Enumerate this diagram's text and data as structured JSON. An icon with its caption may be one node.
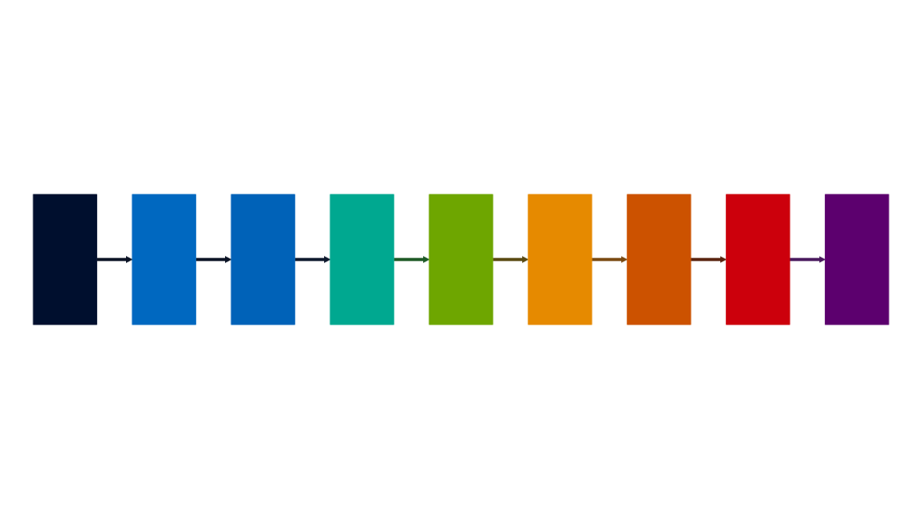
{
  "diagram": {
    "nodes": [
      {
        "text": [],
        "shape": "box"
      },
      {
        "text": [],
        "shape": "box"
      },
      {
        "text": [],
        "shape": "box"
      },
      {
        "text": [],
        "shape": "box"
      },
      {
        "text": [],
        "shape": "box"
      },
      {
        "text": [],
        "shape": "box"
      },
      {
        "text": [],
        "shape": "box"
      },
      {
        "text": [],
        "shape": "box"
      },
      {
        "text": [],
        "shape": "box"
      }
    ],
    "edges": [
      {
        "from": 0,
        "to": 1,
        "arrow": "to",
        "color": "#0c1426"
      },
      {
        "from": 1,
        "to": 2,
        "arrow": "to",
        "color": "#0c1426"
      },
      {
        "from": 2,
        "to": 3,
        "arrow": "to",
        "color": "#0e1a2e"
      },
      {
        "from": 3,
        "to": 4,
        "arrow": "to",
        "color": "#1e5a26"
      },
      {
        "from": 4,
        "to": 5,
        "arrow": "to",
        "color": "#5a4a12"
      },
      {
        "from": 5,
        "to": 6,
        "arrow": "to",
        "color": "#7a4a12"
      },
      {
        "from": 6,
        "to": 7,
        "arrow": "to",
        "color": "#5a2410"
      },
      {
        "from": 7,
        "to": 8,
        "arrow": "to",
        "color": "#4a1a5e"
      }
    ]
  }
}
